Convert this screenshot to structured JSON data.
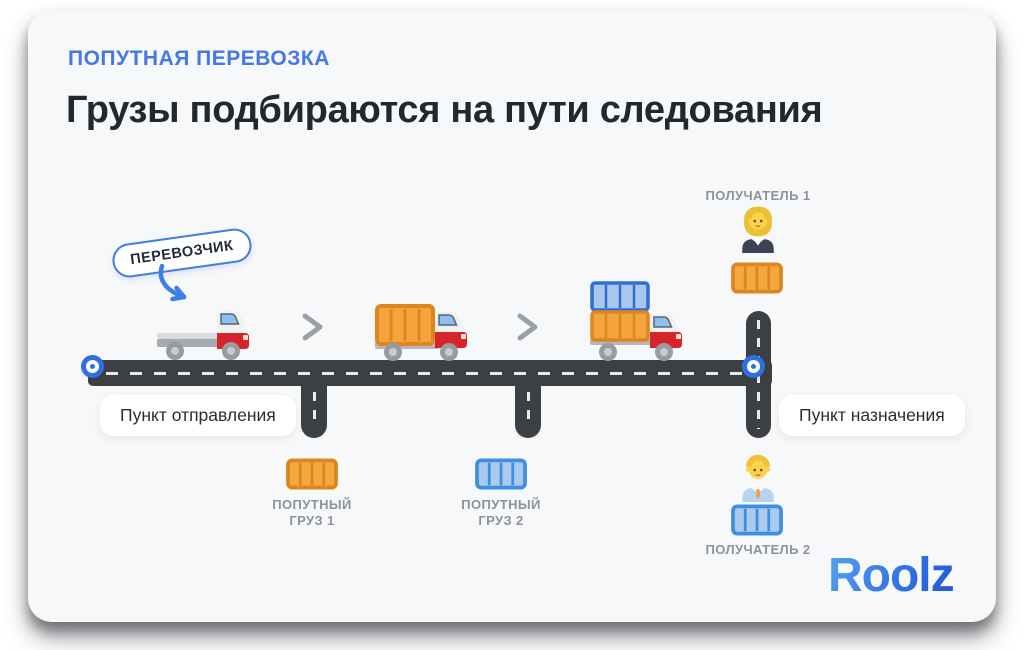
{
  "header": {
    "eyebrow": "ПОПУТНАЯ ПЕРЕВОЗКА",
    "title": "Грузы подбираются на пути следования"
  },
  "diagram": {
    "carrier_bubble": "ПЕРЕВОЗЧИК",
    "origin": "Пункт отправления",
    "destination": "Пункт назначения",
    "side_cargo_1": "ПОПУТНЫЙ ГРУЗ 1",
    "side_cargo_2": "ПОПУТНЫЙ ГРУЗ 2",
    "recipient_1": "ПОЛУЧАТЕЛЬ 1",
    "recipient_2": "ПОЛУЧАТЕЛЬ 2"
  },
  "brand": {
    "logo": "Roolz"
  },
  "colors": {
    "accent_blue": "#4577e6",
    "marker_blue": "#2f6fe4",
    "bubble_border_blue": "#3d7ee9",
    "road_gray": "#3c4043",
    "cargo_orange": "#f4a83e",
    "cargo_orange_border": "#dd861f",
    "cargo_blue": "#abcbee",
    "cargo_blue_border": "#3e8ee2",
    "label_gray": "#8d929b",
    "title_dark": "#23272f"
  }
}
